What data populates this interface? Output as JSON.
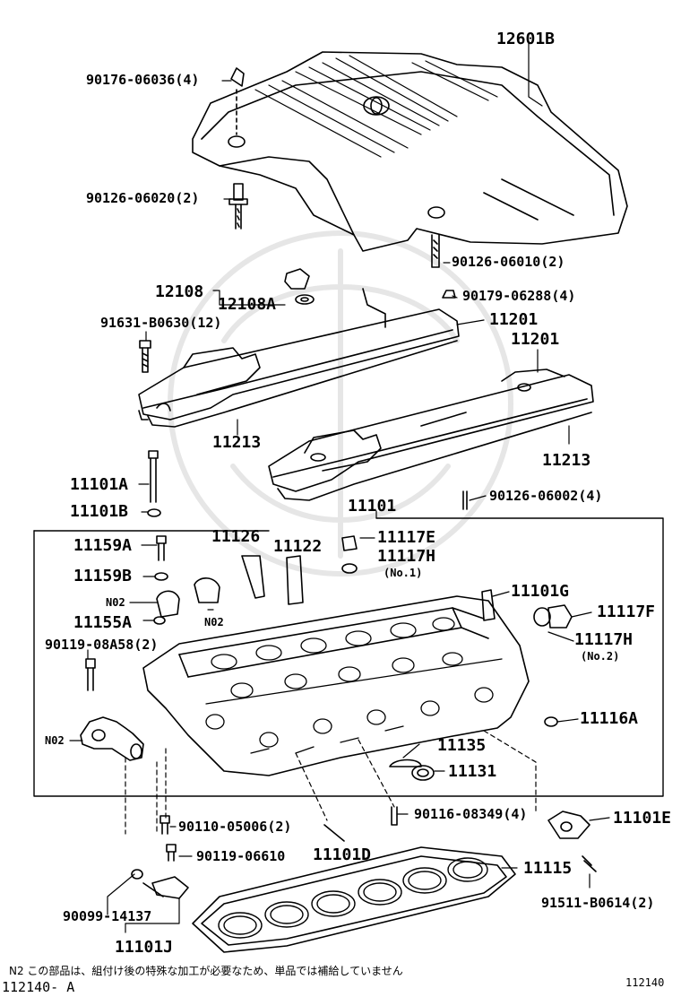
{
  "labels": {
    "p12601B": "12601B",
    "p90176": "90176-06036(4)",
    "p90126_06020": "90126-06020(2)",
    "p90126_06010": "90126-06010(2)",
    "p12108": "12108",
    "p12108A": "12108A",
    "p90179": "90179-06288(4)",
    "p91631": "91631-B0630(12)",
    "p11201a": "11201",
    "p11201b": "11201",
    "p11213a": "11213",
    "p11213b": "11213",
    "p11101A": "11101A",
    "p11101B": "11101B",
    "p90126_06002": "90126-06002(4)",
    "p11101": "11101",
    "p11159A": "11159A",
    "p11126": "11126",
    "p11122": "11122",
    "p11117E": "11117E",
    "p11117H1": "11117H",
    "p_no1": "(No.1)",
    "p11159B": "11159B",
    "p11101G": "11101G",
    "p_n02a": "N02",
    "p_n02b": "N02",
    "p11117F": "11117F",
    "p11155A": "11155A",
    "p11117H2": "11117H",
    "p_no2": "(No.2)",
    "p90119_08A58": "90119-08A58(2)",
    "p11116A": "11116A",
    "p_n02c": "N02",
    "p11135": "11135",
    "p11131": "11131",
    "p90110": "90110-05006(2)",
    "p90116": "90116-08349(4)",
    "p11101E": "11101E",
    "p90119_06610": "90119-06610",
    "p11101D": "11101D",
    "p11115": "11115",
    "p90099": "90099-14137",
    "p91511": "91511-B0614(2)",
    "p11101J": "11101J"
  },
  "footnote": "N2 この部品は、組付け後の特殊な加工が必要なため、単品では補給していません",
  "figure_id_right": "112140",
  "figure_id_left": "112140- A"
}
